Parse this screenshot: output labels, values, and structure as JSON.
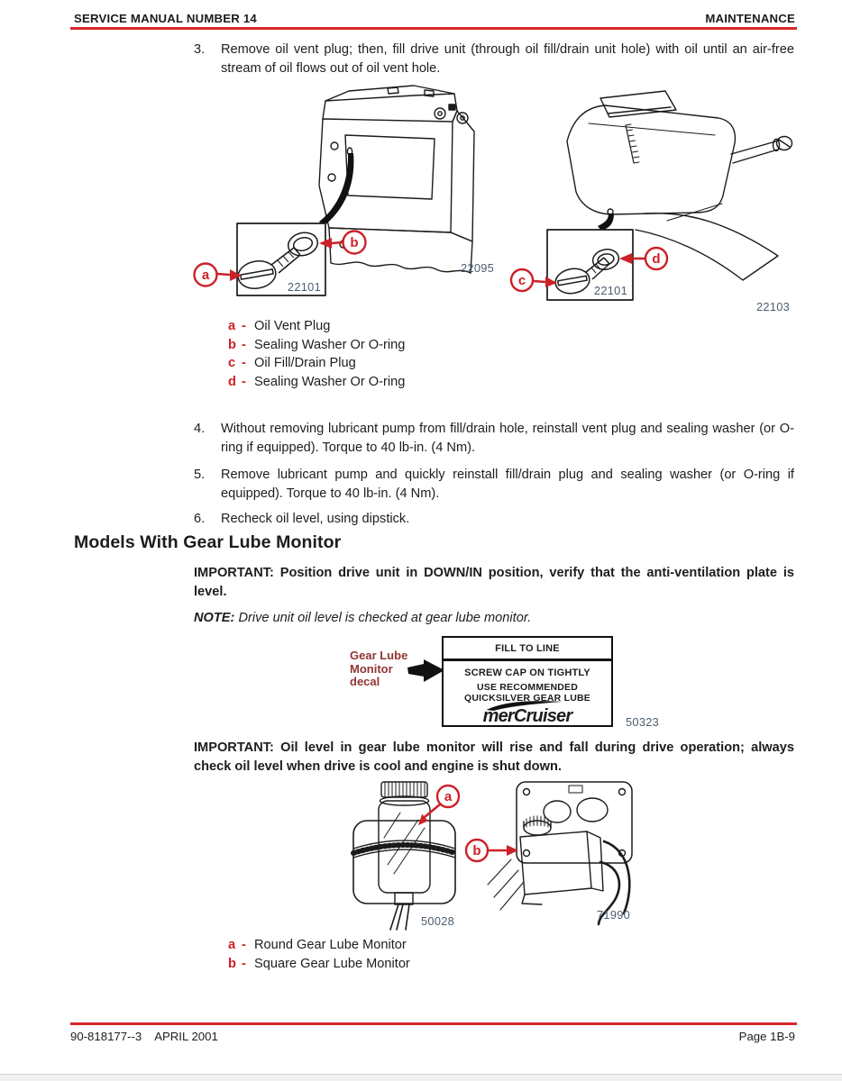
{
  "header": {
    "left": "SERVICE MANUAL NUMBER 14",
    "right": "MAINTENANCE"
  },
  "steps_before": [
    {
      "num": "3.",
      "text": "Remove oil vent plug; then, fill drive unit (through oil fill/drain unit hole) with oil until an air-free stream of oil flows out of oil vent hole."
    }
  ],
  "figure_drive": {
    "callout_a": "a",
    "callout_b": "b",
    "inset_number": "22101",
    "number": "22095"
  },
  "figure_gearcase": {
    "callout_c": "c",
    "callout_d": "d",
    "inset_number": "22101",
    "number": "22103"
  },
  "legend_plugs": {
    "items": [
      {
        "key": "a",
        "dash": "-",
        "label": "Oil Vent Plug"
      },
      {
        "key": "b",
        "dash": "-",
        "label": "Sealing Washer Or O-ring"
      },
      {
        "key": "c",
        "dash": "-",
        "label": "Oil Fill/Drain Plug"
      },
      {
        "key": "d",
        "dash": "-",
        "label": "Sealing Washer Or O-ring"
      }
    ]
  },
  "steps_after": [
    {
      "num": "4.",
      "text": "Without removing lubricant pump from fill/drain hole, reinstall vent plug and sealing washer (or O-ring if equipped). Torque to 40 lb-in. (4 Nm)."
    },
    {
      "num": "5.",
      "text": "Remove lubricant pump and quickly reinstall fill/drain plug and sealing washer (or O-ring if equipped). Torque to 40 lb-in. (4 Nm)."
    },
    {
      "num": "6.",
      "text": "Recheck oil level, using dipstick."
    }
  ],
  "section": {
    "heading": "Models With Gear Lube Monitor",
    "important_1": "IMPORTANT: Position drive unit in DOWN/IN position, verify that the anti-ventilation plate is level.",
    "note_label": "NOTE:",
    "note_text": " Drive unit oil level is checked at gear lube monitor.",
    "important_2": "IMPORTANT: Oil level in gear lube monitor will rise and fall during drive operation; always check oil level when drive is cool and engine is shut down."
  },
  "decal": {
    "pointer_line1": "Gear Lube",
    "pointer_line2": "Monitor",
    "pointer_line3": "decal",
    "line_fill": "FILL TO LINE",
    "line_cap": "SCREW CAP ON TIGHTLY",
    "line_use": "USE RECOMMENDED",
    "line_lube": "QUICKSILVER GEAR LUBE",
    "logo": "merCruiser",
    "number": "50323"
  },
  "figure_round_monitor": {
    "callout": "a",
    "number": "50028"
  },
  "figure_square_monitor": {
    "callout": "b",
    "number": "71990"
  },
  "legend_monitors": {
    "items": [
      {
        "key": "a",
        "dash": "-",
        "label": "Round Gear Lube Monitor"
      },
      {
        "key": "b",
        "dash": "-",
        "label": "Square Gear Lube Monitor"
      }
    ]
  },
  "footer": {
    "doc_number": "90-818177--3",
    "date": "APRIL 2001",
    "page": "Page 1B-9"
  },
  "colors": {
    "accent_red": "#cc2127",
    "text": "#1d1d1f",
    "figure_number": "#4b5c6e",
    "decal_label": "#8e3733"
  }
}
